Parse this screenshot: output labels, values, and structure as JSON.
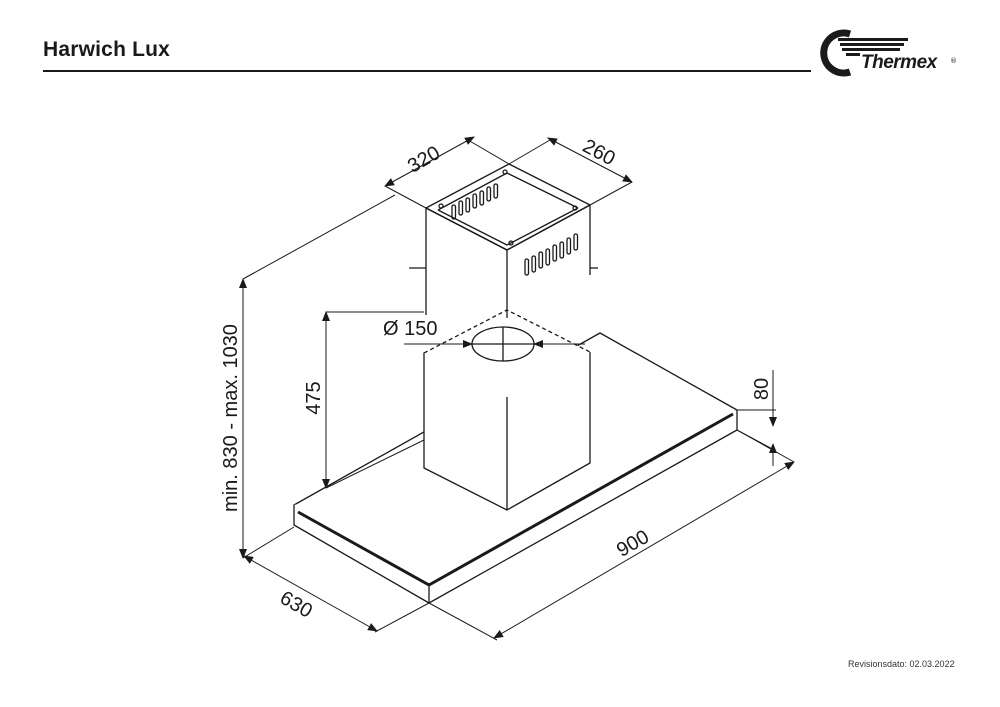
{
  "header": {
    "title": "Harwich Lux",
    "brand": "Thermex",
    "reg_mark": "®"
  },
  "drawing": {
    "dims": {
      "chimney_width": "320",
      "chimney_depth": "260",
      "duct_diameter": "Ø 150",
      "chimney_lower_height": "475",
      "total_height": "min. 830 - max. 1030",
      "hood_thickness": "80",
      "hood_width": "900",
      "hood_depth": "630"
    }
  },
  "footer": {
    "revision": "Revisionsdato: 02.03.2022"
  }
}
